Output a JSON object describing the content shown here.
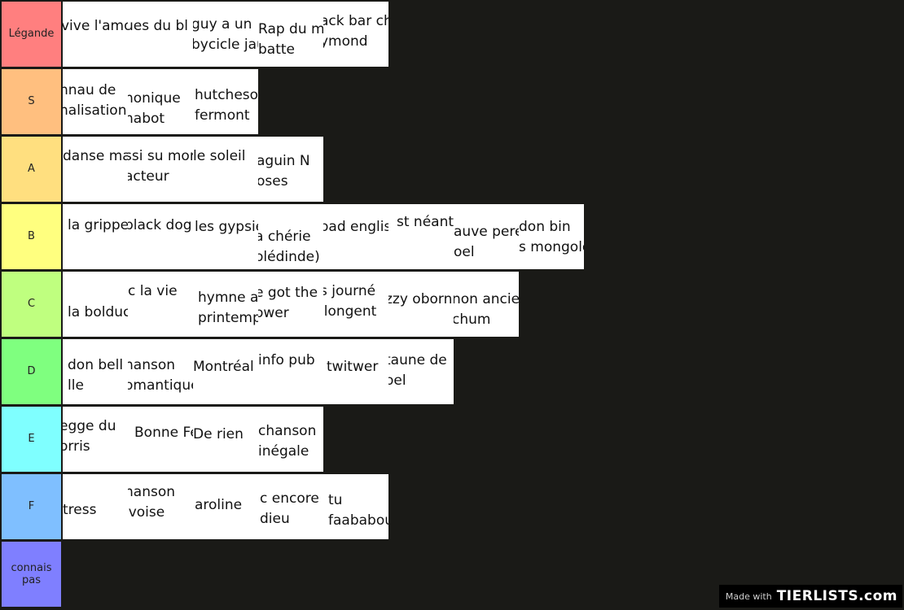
{
  "watermark": {
    "made_with": "Made with",
    "brand": "TIERLISTS.com"
  },
  "tiers": [
    {
      "label": "Légande",
      "color": "#ff7f7f",
      "items": [
        {
          "lines": [
            "vive l'amo"
          ]
        },
        {
          "lines": [
            "ues du bl"
          ]
        },
        {
          "lines": [
            "guy a un",
            "bycicle jau"
          ]
        },
        {
          "lines": [
            "Rap du mi",
            "batte"
          ]
        },
        {
          "lines": [
            "ack bar ch",
            "ymond"
          ]
        }
      ]
    },
    {
      "label": "S",
      "color": "#ffbf7f",
      "items": [
        {
          "lines": [
            "nnau de",
            "nalisation"
          ]
        },
        {
          "lines": [
            "nonique",
            "habot"
          ]
        },
        {
          "lines": [
            "hutcheso",
            "fermont"
          ]
        }
      ]
    },
    {
      "label": "A",
      "color": "#ffdf7f",
      "items": [
        {
          "lines": [
            "danse ma"
          ]
        },
        {
          "lines": [
            "ssi su mor",
            "acteur"
          ]
        },
        {
          "lines": [
            "le soleil"
          ]
        },
        {
          "lines": [
            "aguin N",
            "oses"
          ]
        }
      ]
    },
    {
      "label": "B",
      "color": "#ffff7f",
      "items": [
        {
          "lines": [
            "la grippe"
          ]
        },
        {
          "lines": [
            "black dog"
          ]
        },
        {
          "lines": [
            "les gypsie"
          ]
        },
        {
          "lines": [
            "a chérie",
            "olédinde)"
          ]
        },
        {
          "lines": [
            "oad englis"
          ]
        },
        {
          "lines": [
            "st néant"
          ]
        },
        {
          "lines": [
            "auve pere",
            "oel"
          ]
        },
        {
          "lines": [
            "don bin",
            "s mongole"
          ]
        }
      ]
    },
    {
      "label": "C",
      "color": "#bfff7f",
      "items": [
        {
          "lines": [
            "la bolduc"
          ]
        },
        {
          "lines": [
            "c la vie"
          ]
        },
        {
          "lines": [
            "hymne au",
            "printemp"
          ]
        },
        {
          "lines": [
            "e got the",
            "ower"
          ]
        },
        {
          "lines": [
            "s journé",
            "llongent"
          ]
        },
        {
          "lines": [
            "zzy oborn"
          ]
        },
        {
          "lines": [
            "non ancien",
            "chum"
          ]
        }
      ]
    },
    {
      "label": "D",
      "color": "#7fff7f",
      "items": [
        {
          "lines": [
            "don bell",
            "lle"
          ]
        },
        {
          "lines": [
            "hanson",
            "omantique"
          ]
        },
        {
          "lines": [
            "Montréal"
          ]
        },
        {
          "lines": [
            "info pub"
          ]
        },
        {
          "lines": [
            "twitwer"
          ]
        },
        {
          "lines": [
            "taune de",
            "oel"
          ]
        }
      ]
    },
    {
      "label": "E",
      "color": "#7fffff",
      "items": [
        {
          "lines": [
            "egge du",
            "orris"
          ]
        },
        {
          "lines": [
            "Bonne Fe"
          ]
        },
        {
          "lines": [
            "De rien"
          ]
        },
        {
          "lines": [
            "chanson",
            "inégale"
          ]
        }
      ]
    },
    {
      "label": "F",
      "color": "#7fbfff",
      "items": [
        {
          "lines": [
            "tress"
          ]
        },
        {
          "lines": [
            "hanson",
            "ivoise"
          ]
        },
        {
          "lines": [
            "aroline"
          ]
        },
        {
          "lines": [
            "c encore",
            "dieu"
          ]
        },
        {
          "lines": [
            "tu",
            "faababou"
          ]
        }
      ]
    },
    {
      "label": "connais pas",
      "color": "#7f7fff",
      "items": []
    }
  ]
}
